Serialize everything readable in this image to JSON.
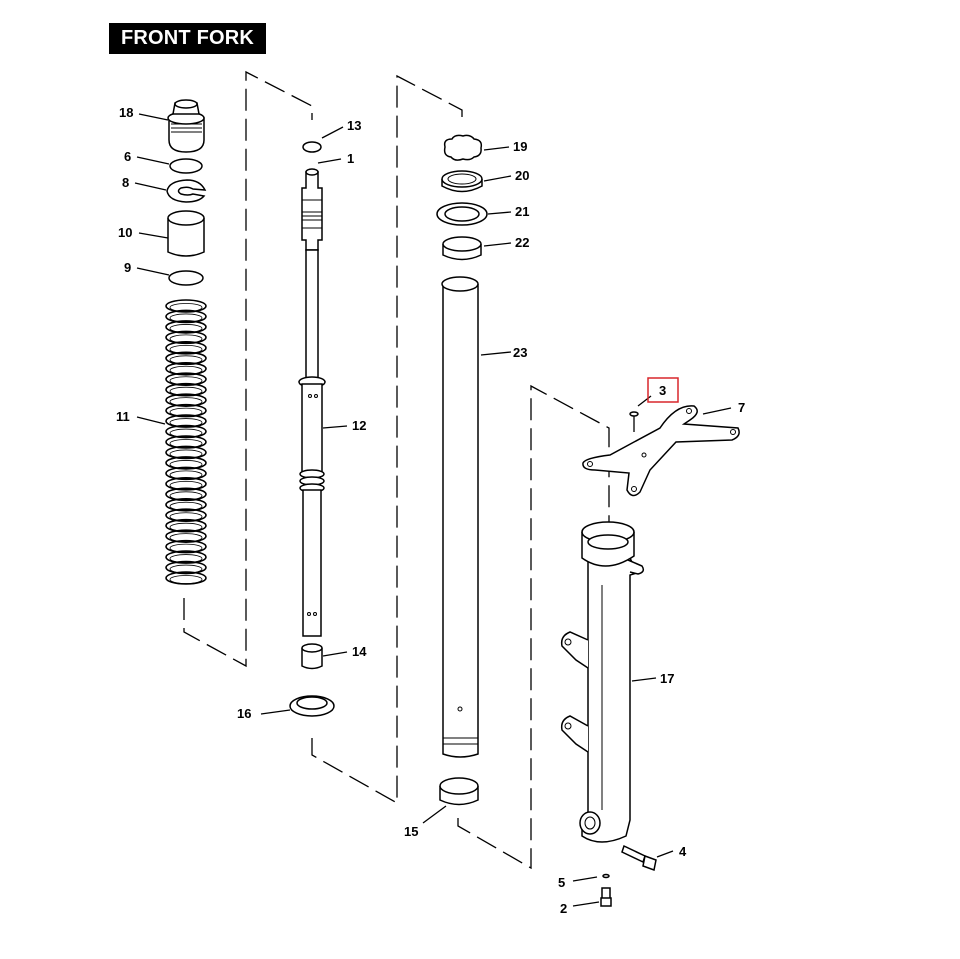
{
  "title": "FRONT FORK",
  "highlight_color": "#d9262b",
  "callouts": {
    "p1": "1",
    "p2": "2",
    "p3": "3",
    "p4": "4",
    "p5": "5",
    "p6": "6",
    "p7": "7",
    "p8": "8",
    "p9": "9",
    "p10": "10",
    "p11": "11",
    "p12": "12",
    "p13": "13",
    "p14": "14",
    "p15": "15",
    "p16": "16",
    "p17": "17",
    "p18": "18",
    "p19": "19",
    "p20": "20",
    "p21": "21",
    "p22": "22",
    "p23": "23"
  },
  "highlighted_callout": "3"
}
